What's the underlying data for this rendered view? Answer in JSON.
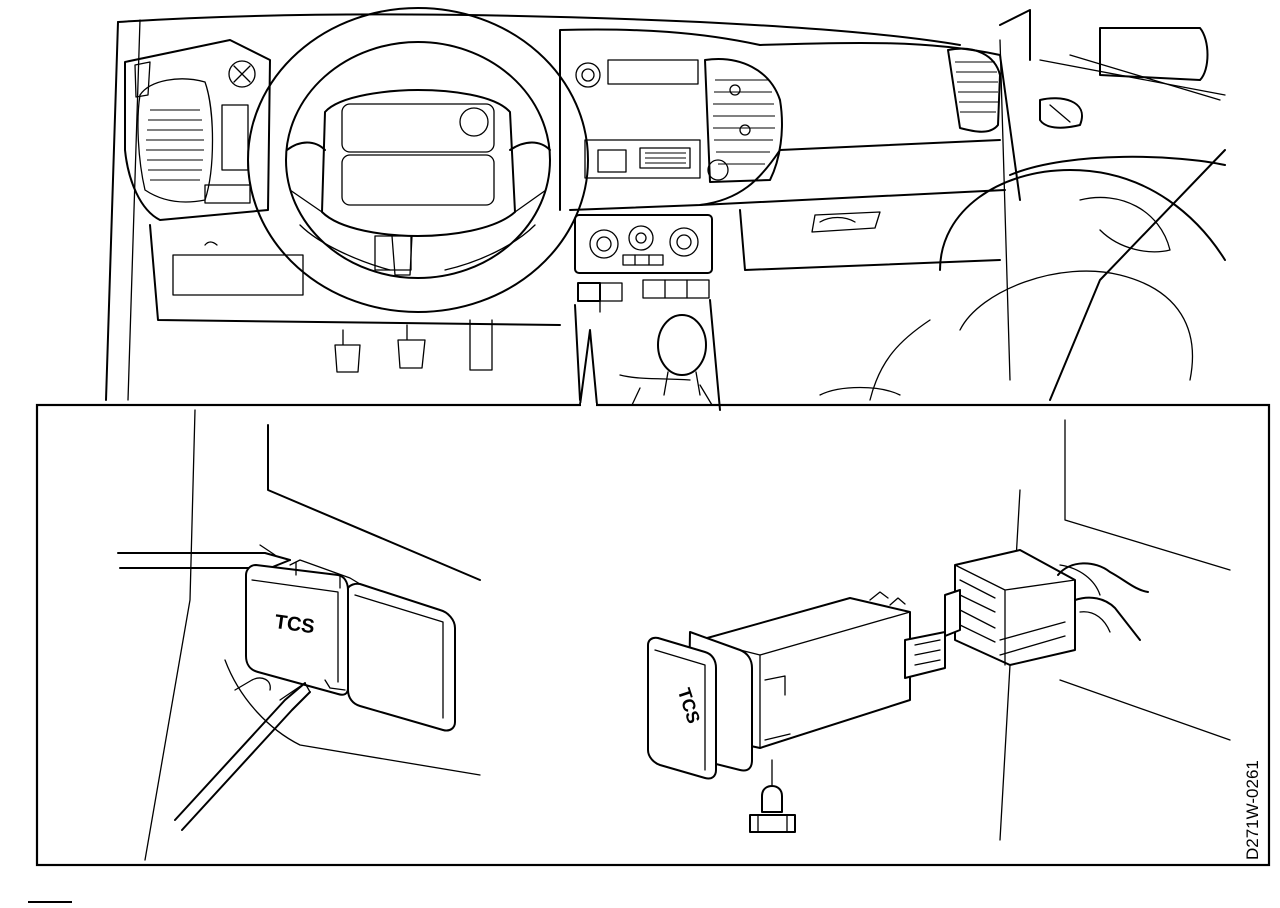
{
  "figure": {
    "switch_label": "TCS",
    "connector_switch_label": "TCS",
    "drawing_code": "D271W-0261"
  }
}
